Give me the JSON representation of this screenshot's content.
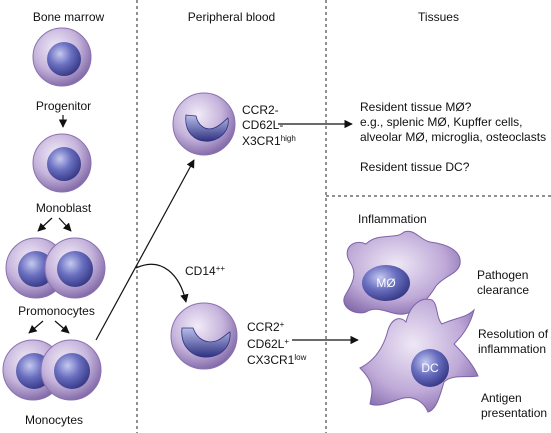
{
  "headers": {
    "bone_marrow": "Bone marrow",
    "peripheral_blood": "Peripheral blood",
    "tissues": "Tissues",
    "inflammation": "Inflammation"
  },
  "bone_marrow": {
    "progenitor": "Progenitor",
    "monoblast": "Monoblast",
    "promonocytes": "Promonocytes",
    "monocytes": "Monocytes"
  },
  "blood": {
    "top_marker_1": "CCR2-",
    "top_marker_2": "CD62L-",
    "top_marker_3": "X3CR1",
    "top_marker_3_sup": "high",
    "cd14": "CD14",
    "cd14_sup": "++",
    "bottom_marker_1": "CCR2",
    "bottom_marker_1_sup": "+",
    "bottom_marker_2": "CD62L",
    "bottom_marker_2_sup": "+",
    "bottom_marker_3": "CX3CR1",
    "bottom_marker_3_sup": "low"
  },
  "tissues": {
    "resident_mo": "Resident tissue MØ?",
    "examples_1": "e.g., splenic MØ, Kupffer cells,",
    "examples_2": "alveolar MØ, microglia, osteoclasts",
    "resident_dc": "Resident tissue DC?"
  },
  "inflammation": {
    "mo_label": "MØ",
    "dc_label": "DC",
    "pathogen_1": "Pathogen",
    "pathogen_2": "clearance",
    "resolution_1": "Resolution of",
    "resolution_2": "inflammation",
    "antigen_1": "Antigen",
    "antigen_2": "presentation"
  },
  "colors": {
    "cell_body": "#b9a5d3",
    "cell_edge": "#7b62a3",
    "nucleus": "#3c3e8f",
    "nucleus_light": "#b7bce8",
    "line": "#111111"
  }
}
